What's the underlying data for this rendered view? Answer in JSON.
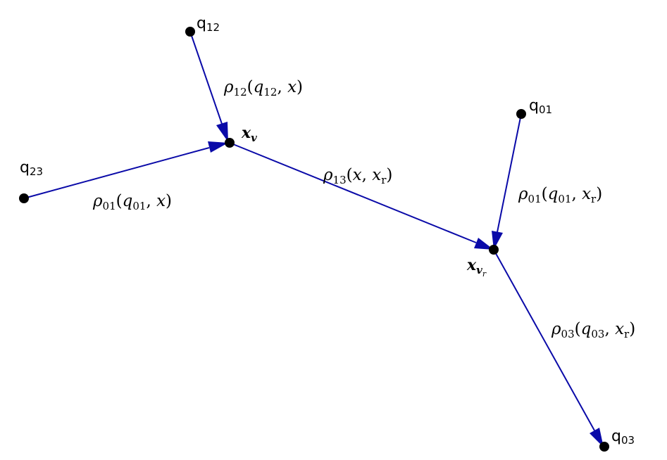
{
  "colors": {
    "edge": "#0a0aa8",
    "node": "#000000"
  },
  "nodes": {
    "q12": {
      "label": "q",
      "sub": "12"
    },
    "q01": {
      "label": "q",
      "sub": "01"
    },
    "q23": {
      "label": "q",
      "sub": "23"
    },
    "q03": {
      "label": "q",
      "sub": "03"
    },
    "xv": {
      "label": "x",
      "sub": "v"
    },
    "xvr": {
      "label": "x",
      "sub": "v",
      "subsub": "r"
    }
  },
  "edges": {
    "e_q12_xv": {
      "rho": "ρ",
      "sub": "12",
      "args_open": "(",
      "arg1": "q",
      "arg1_sub": "12",
      "sep": ", ",
      "arg2": "x",
      "arg2_sub": "",
      "args_close": ")"
    },
    "e_q23_xv": {
      "rho": "ρ",
      "sub": "01",
      "args_open": "(",
      "arg1": "q",
      "arg1_sub": "01",
      "sep": ", ",
      "arg2": "x",
      "arg2_sub": "",
      "args_close": ")"
    },
    "e_xv_xvr": {
      "rho": "ρ",
      "sub": "13",
      "args_open": "(",
      "arg1": "x",
      "arg1_sub": "",
      "sep": ", ",
      "arg2": "x",
      "arg2_sub": "r",
      "args_close": ")"
    },
    "e_q01_xvr": {
      "rho": "ρ",
      "sub": "01",
      "args_open": "(",
      "arg1": "q",
      "arg1_sub": "01",
      "sep": ", ",
      "arg2": "x",
      "arg2_sub": "r",
      "args_close": ")"
    },
    "e_xvr_q03": {
      "rho": "ρ",
      "sub": "03",
      "args_open": "(",
      "arg1": "q",
      "arg1_sub": "03",
      "sep": ", ",
      "arg2": "x",
      "arg2_sub": "r",
      "args_close": ")"
    }
  }
}
